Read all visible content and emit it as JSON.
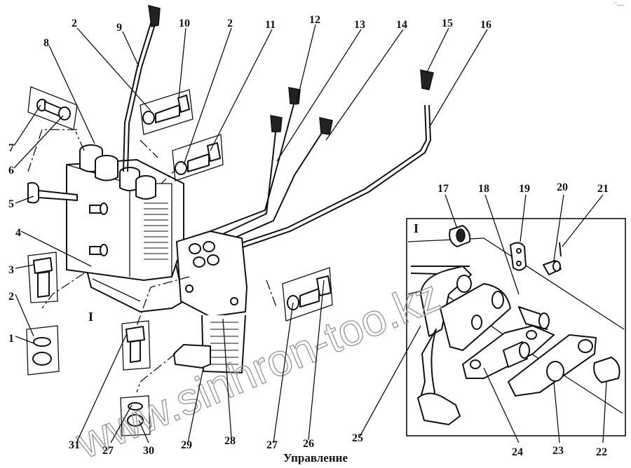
{
  "caption": "Управление",
  "corner_mark": "´––",
  "watermark": "www.sinhron-too.kz",
  "inset_label": "I",
  "detail_marker": "I",
  "callouts": [
    "1",
    "2",
    "2",
    "2",
    "3",
    "4",
    "5",
    "6",
    "7",
    "8",
    "9",
    "10",
    "11",
    "12",
    "13",
    "14",
    "15",
    "16",
    "17",
    "18",
    "19",
    "20",
    "21",
    "22",
    "23",
    "24",
    "25",
    "26",
    "27",
    "27",
    "28",
    "29",
    "30",
    "31"
  ]
}
